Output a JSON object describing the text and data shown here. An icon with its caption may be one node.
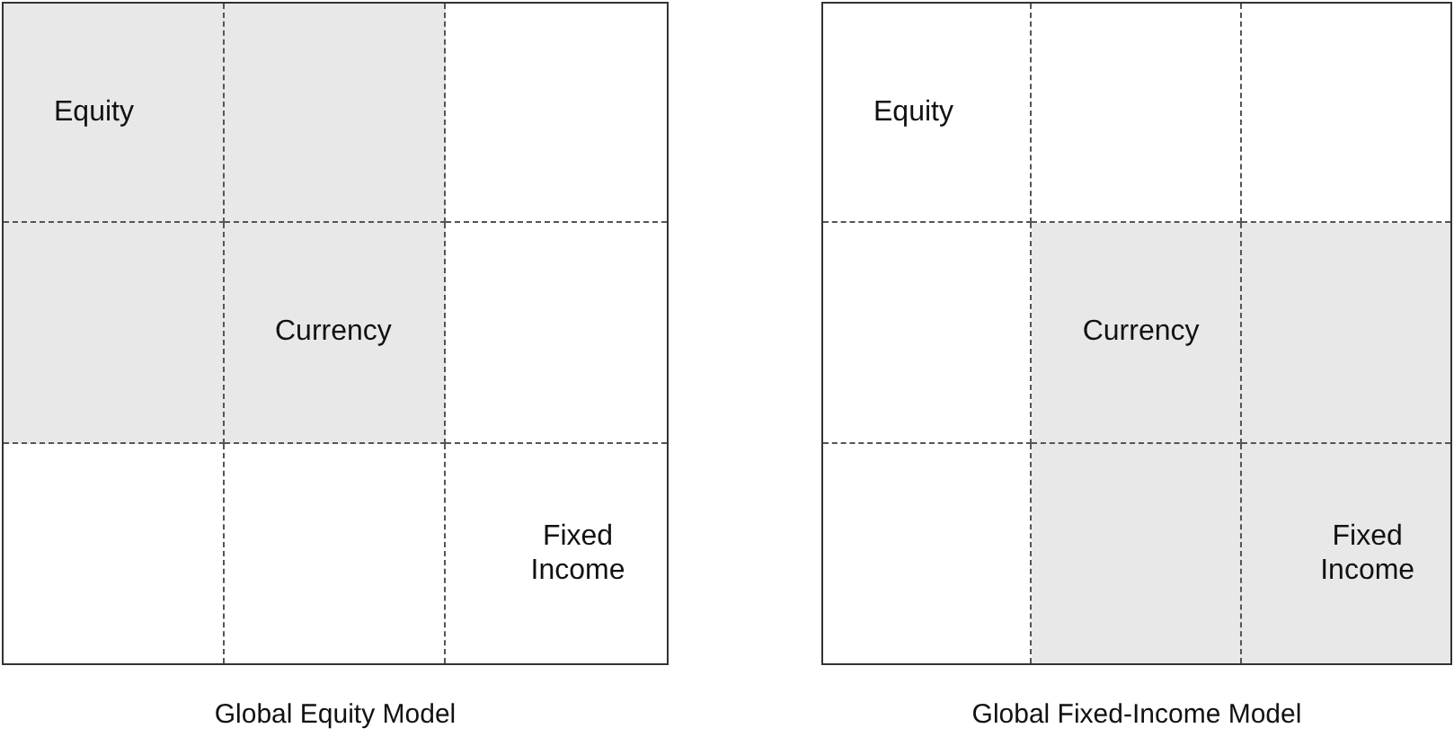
{
  "diagram": {
    "nodes": [
      {
        "text": [
          "Global Equity Model"
        ]
      },
      {
        "text": [
          "Equity"
        ],
        "in": 0
      },
      {
        "text": [],
        "shape": "box",
        "in": 0
      },
      {
        "text": [],
        "shape": "box",
        "in": 0
      },
      {
        "text": [],
        "shape": "box",
        "in": 0
      },
      {
        "text": [
          "Currency"
        ],
        "in": 0
      },
      {
        "text": [],
        "shape": "box",
        "in": 0
      },
      {
        "text": [],
        "shape": "box",
        "in": 0
      },
      {
        "text": [],
        "shape": "box",
        "in": 0
      },
      {
        "text": [
          "Fixed Income"
        ],
        "in": 0
      },
      {
        "text": [
          "Global Fixed-Income Model"
        ]
      },
      {
        "text": [
          "Equity"
        ],
        "in": 10
      },
      {
        "text": [],
        "shape": "box",
        "in": 10
      },
      {
        "text": [],
        "shape": "box",
        "in": 10
      },
      {
        "text": [],
        "shape": "box",
        "in": 10
      },
      {
        "text": [
          "Currency"
        ],
        "in": 10
      },
      {
        "text": [],
        "shape": "box",
        "in": 10
      },
      {
        "text": [],
        "shape": "box",
        "in": 10
      },
      {
        "text": [],
        "shape": "box",
        "in": 10
      },
      {
        "text": [
          "Fixed Income"
        ],
        "in": 10
      }
    ]
  }
}
